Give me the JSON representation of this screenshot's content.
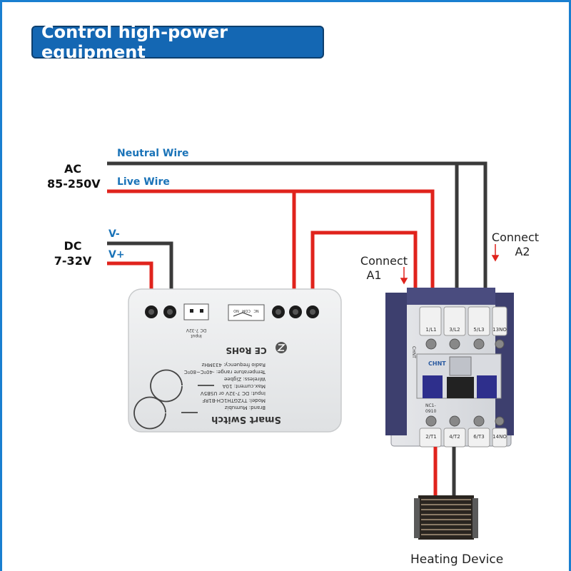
{
  "title": "Control high-power equipment",
  "sources": {
    "ac": {
      "line1": "AC",
      "line2": "85-250V"
    },
    "dc": {
      "line1": "DC",
      "line2": "7-32V"
    }
  },
  "wires": {
    "neutral": "Neutral Wire",
    "live": "Live Wire",
    "v_minus": "V-",
    "v_plus": "V+"
  },
  "connections": {
    "a1": {
      "line1": "Connect",
      "line2": "A1"
    },
    "a2": {
      "line1": "Connect",
      "line2": "A2"
    }
  },
  "load": "Heating Device",
  "smart_switch": {
    "name": "Smart Switch",
    "spec_lines": [
      "Brand:  Mumubiz",
      "Model: TYZGTH1CH-B1RF",
      "Input: DC 7-32V or USB5V",
      "Max.current: 10A",
      "Wireless: Zigbee",
      "Temperature range: -40ºC~80ºC",
      "Radio frequency: 433MHz"
    ],
    "input_label": "Input",
    "input_voltage": "DC 7-32V",
    "relay_labels": [
      "NO",
      "COM",
      "NC"
    ],
    "cert": "CE RoHS"
  },
  "contactor": {
    "brand": "CHNT",
    "model_lines": [
      "NC1-",
      "0910"
    ],
    "top_terminals": [
      "1/L1",
      "3/L2",
      "5/L3",
      "13NO"
    ],
    "bottom_terminals": [
      "2/T1",
      "4/T2",
      "6/T3",
      "14NO"
    ]
  },
  "colors": {
    "accent": "#1467b3",
    "wire_live": "#e0231c",
    "wire_neutral": "#3a3a3a",
    "wire_label": "#1a73b8"
  }
}
